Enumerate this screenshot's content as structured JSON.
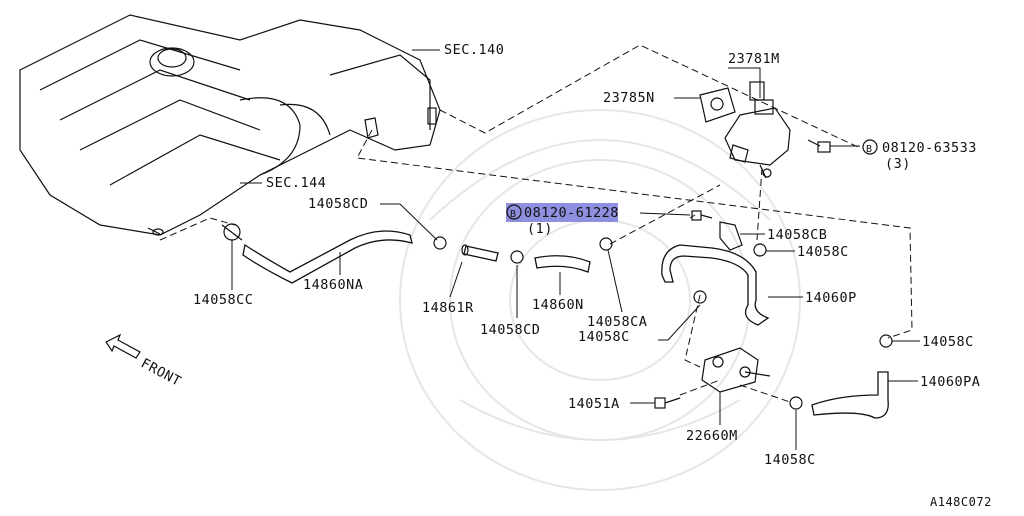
{
  "labels": {
    "sec140": "SEC.140",
    "sec144": "SEC.144",
    "p23781M": "23781M",
    "p23785N": "23785N",
    "bolt_a_code": "08120-63533",
    "bolt_a_qty": "(3)",
    "bolt_b_code": "08120-61228",
    "bolt_b_qty": "(1)",
    "bolt_prefix": "B",
    "p14058CD_top": "14058CD",
    "p14058CB": "14058CB",
    "p14058C_a": "14058C",
    "p14060P": "14060P",
    "p14058C_b": "14058C",
    "p14060PA": "14060PA",
    "p14058CC": "14058CC",
    "p14860NA": "14860NA",
    "p14861R": "14861R",
    "p14058CD_bottom": "14058CD",
    "p14860N": "14860N",
    "p14058CA": "14058CA",
    "p14058C_c": "14058C",
    "p14051A": "14051A",
    "p22660M": "22660M",
    "p14058C_d": "14058C",
    "front": "FRONT",
    "figure_code": "A148C072"
  }
}
